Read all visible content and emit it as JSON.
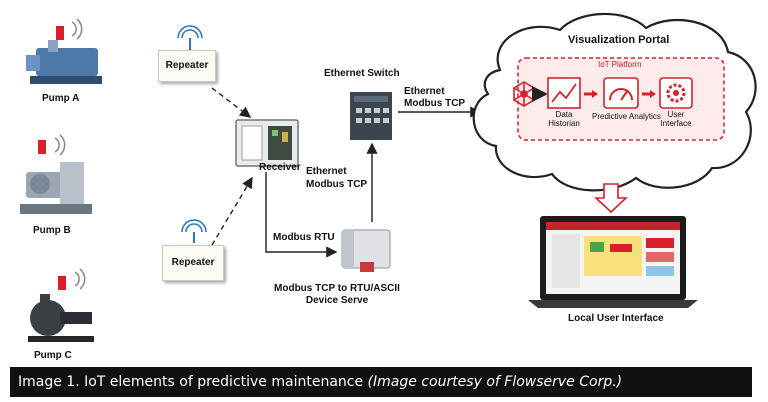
{
  "pumps": [
    {
      "label": "Pump A"
    },
    {
      "label": "Pump B"
    },
    {
      "label": "Pump C"
    }
  ],
  "repeaters": [
    {
      "label": "Repeater"
    },
    {
      "label": "Repeater"
    }
  ],
  "receiver": {
    "label": "Receiver"
  },
  "ethernet_switch": {
    "label": "Ethernet Switch"
  },
  "links": {
    "switch_to_cloud": [
      "Ethernet",
      "Modbus TCP"
    ],
    "server_to_switch": [
      "Ethernet",
      "Modbus TCP"
    ],
    "receiver_to_server": "Modbus RTU"
  },
  "device_server": {
    "label_line1": "Modbus TCP to RTU/ASCII",
    "label_line2": "Device Serve"
  },
  "portal": {
    "title": "Visualization Portal",
    "platform_label": "IoT Platform",
    "components": [
      "Data\nHistorian",
      "Predictive Analytics",
      "User\nInterface"
    ]
  },
  "local_ui": {
    "label": "Local User Interface"
  },
  "caption": {
    "text": "Image 1. IoT elements of predictive maintenance ",
    "credit": "(Image courtesy of Flowserve Corp.)"
  },
  "colors": {
    "accent": "#d9202a",
    "caption_bg": "#111111"
  }
}
